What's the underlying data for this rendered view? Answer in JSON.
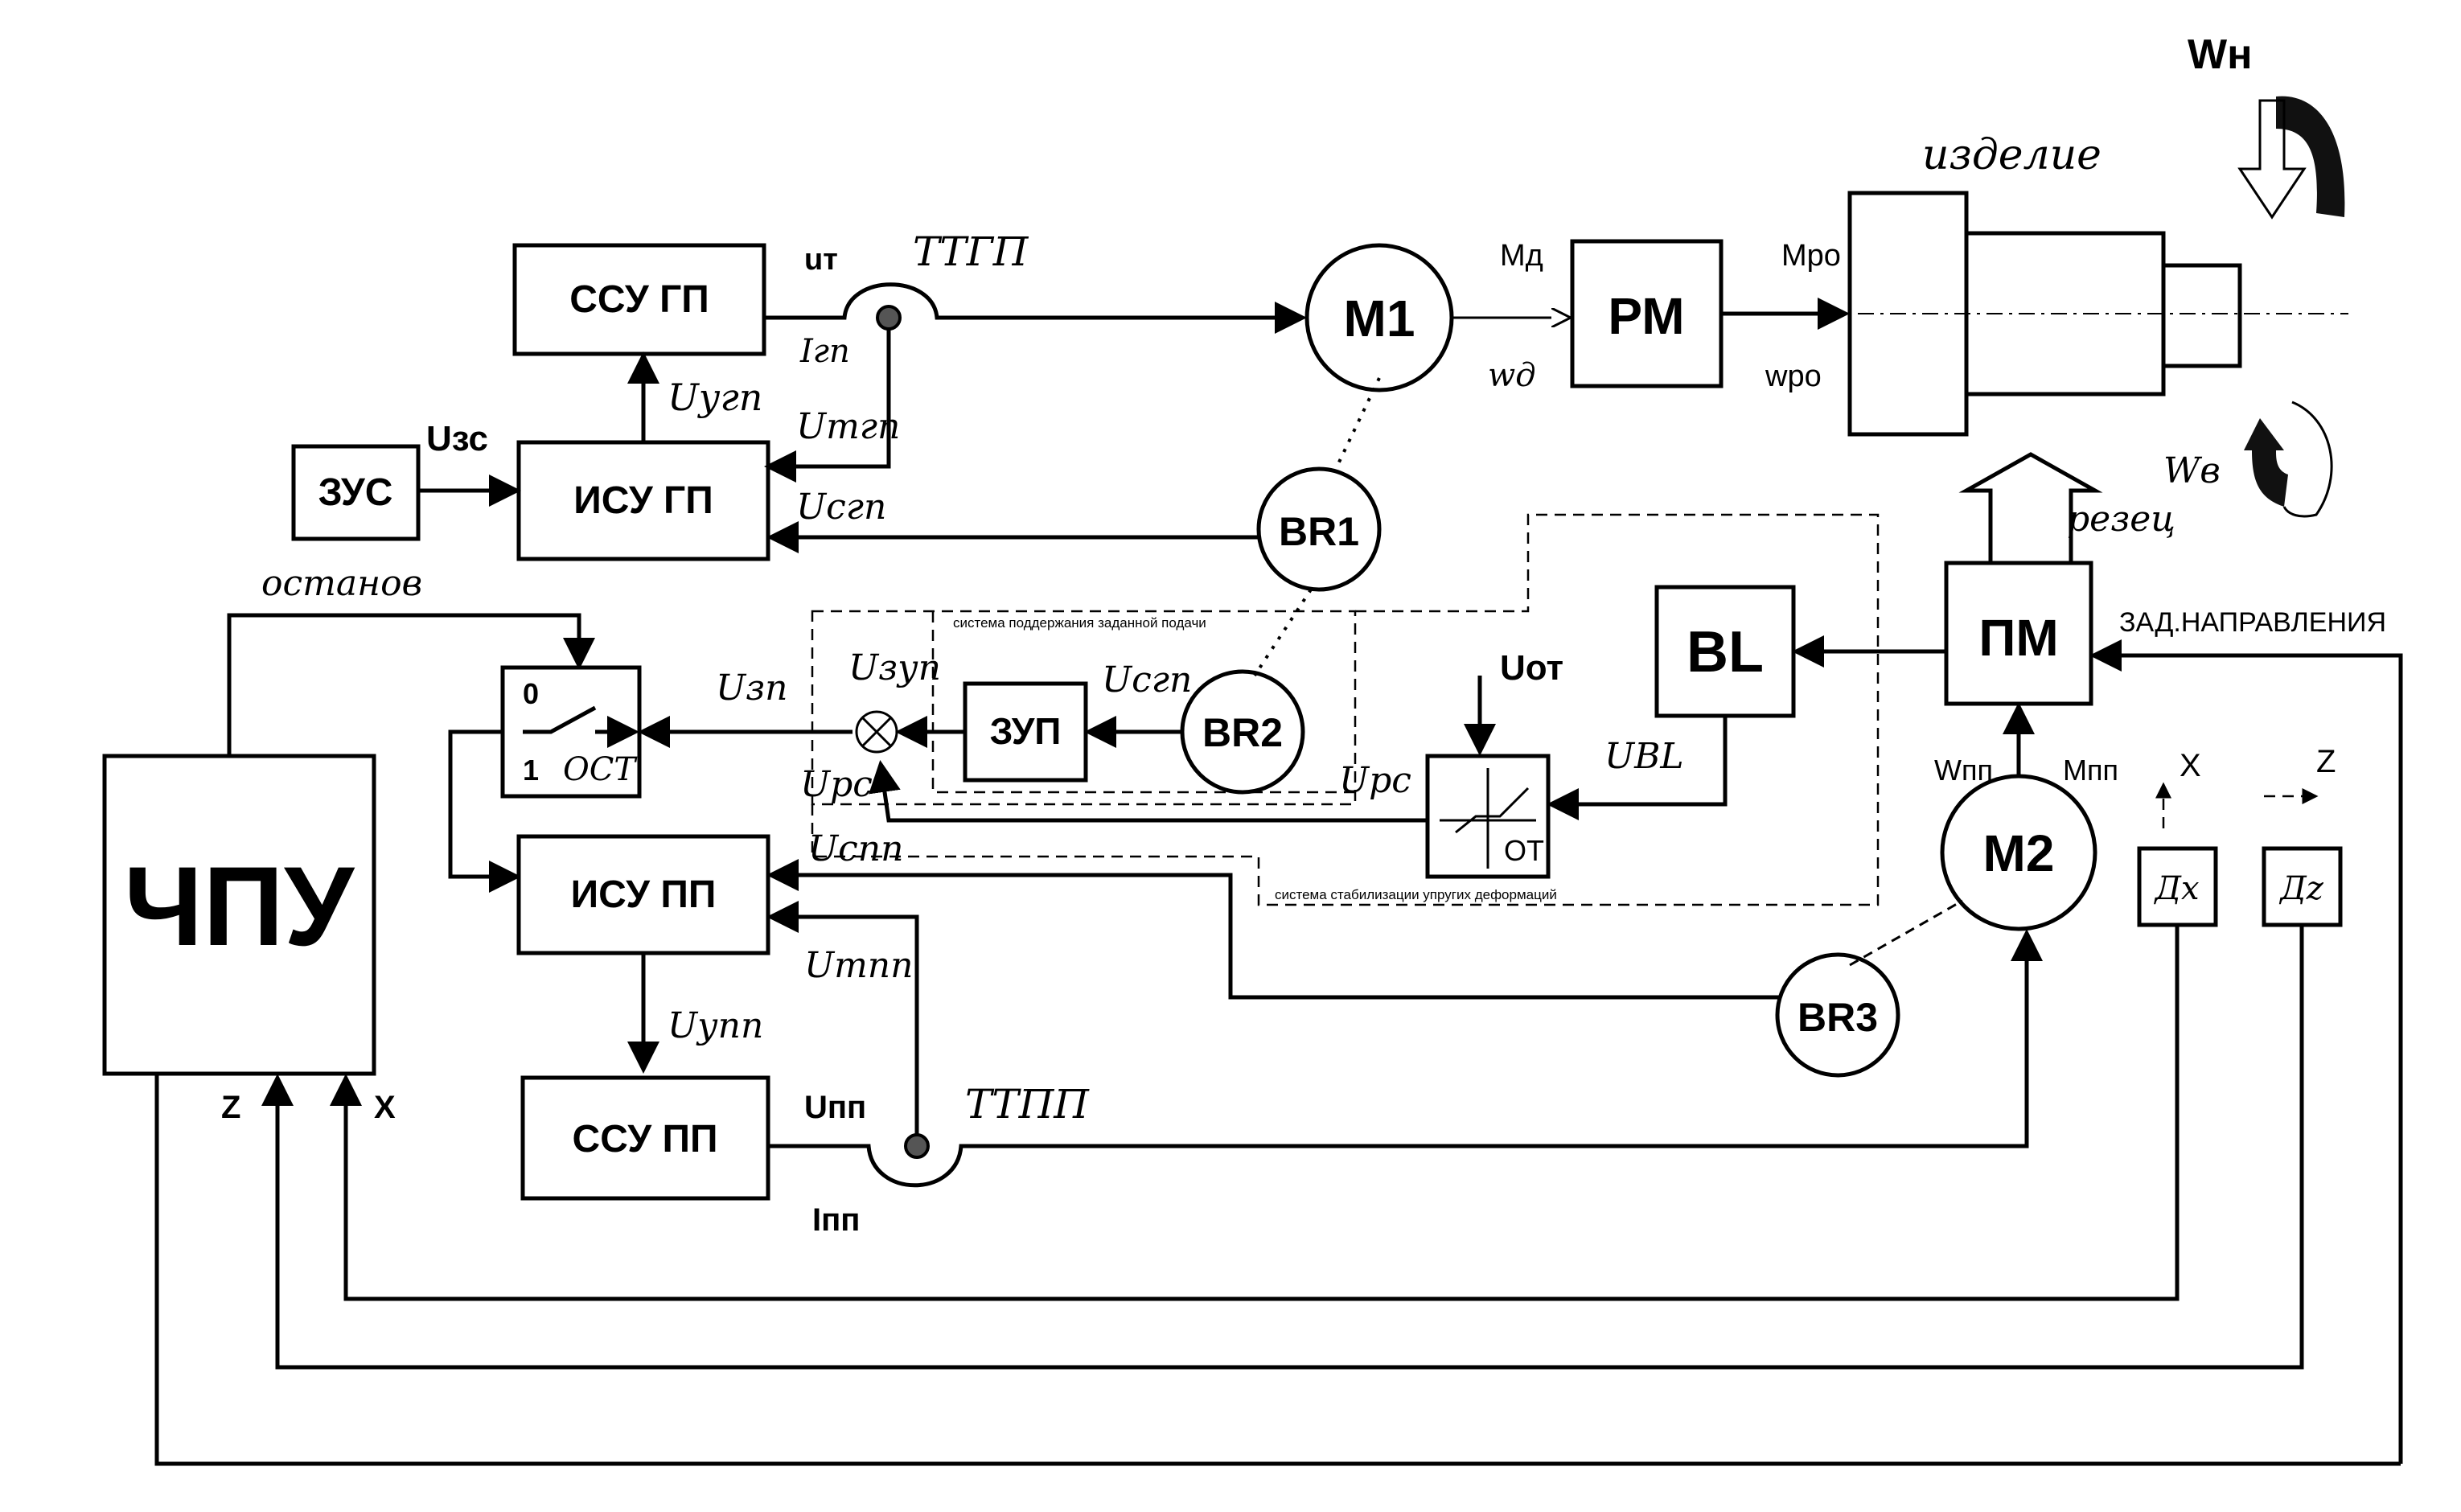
{
  "blocks": {
    "ssugp": "ССУ ГП",
    "isugp": "ИСУ ГП",
    "zus": "ЗУС",
    "m1": "М1",
    "rm": "РМ",
    "br1": "BR1",
    "br2": "BR2",
    "zup": "ЗУП",
    "bl": "BL",
    "pm": "ПМ",
    "m2": "М2",
    "br3": "BR3",
    "isupp": "ИСУ ПП",
    "ssupp": "ССУ ПП",
    "chpu": "ЧПУ",
    "ot": "ОТ",
    "dx": "Дx",
    "dz": "Дz"
  },
  "switch": {
    "zero": "0",
    "one": "1",
    "ost": "ОСТ"
  },
  "labels": {
    "u_tp": "uт",
    "ttgp": "ТТГП",
    "i_gp": "Iгп",
    "u_ugp": "Uугп",
    "u_zs": "Uзс",
    "u_tgp": "Uтгп",
    "u_cgp_top": "Uсгп",
    "m_d": "Мд",
    "w_d": "wд",
    "m_ro": "Мро",
    "w_ro": "wро",
    "izdelie": "изделие",
    "w_n": "Wн",
    "w_v": "Wв",
    "rezets": "резец",
    "ostanov": "останов",
    "zad_napr": "ЗАД.НАПРАВЛЕНИЯ",
    "u_zp": "Uзп",
    "u_zup": "Uзуп",
    "u_cgp_mid": "Uсгп",
    "u_ot": "Uот",
    "u_rc": "Uрс",
    "u_bl": "UBL",
    "u_rc2": "Uрс",
    "u_spp": "Uспп",
    "w_pp": "Wпп",
    "m_pp": "Мпп",
    "x_axis": "X",
    "z_axis": "Z",
    "u_tpp": "Uтпп",
    "u_upp": "Uупп",
    "u_pp": "Uпп",
    "ttpp": "ТТПП",
    "i_pp": "Iпп",
    "chpu_z": "Z",
    "chpu_x": "X",
    "sys_feed": "система поддержания заданной подачи",
    "sys_stab": "система стабилизации упругих деформаций"
  }
}
